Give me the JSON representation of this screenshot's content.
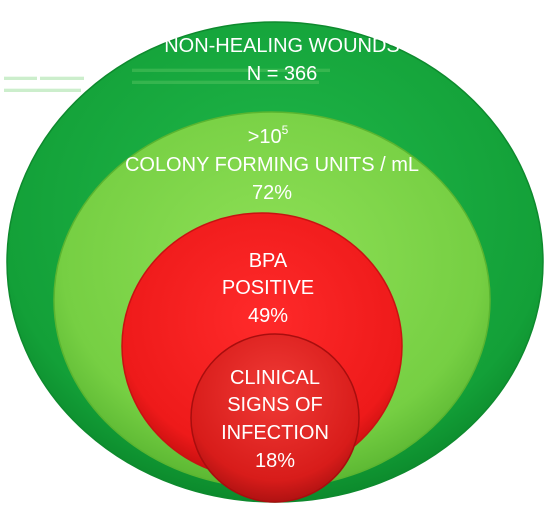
{
  "diagram": {
    "outer": {
      "line1": "NON-HEALING WOUNDS",
      "line2": "N = 366",
      "color": "#16a63c"
    },
    "second": {
      "line1_base": ">10",
      "line1_sup": "5",
      "line2": "COLONY FORMING UNITS / mL",
      "line3": "72%",
      "color": "#7ed348"
    },
    "third": {
      "line1": "BPA",
      "line2": "POSITIVE",
      "line3": "49%",
      "color": "#f01e1e"
    },
    "inner": {
      "line1": "CLINICAL",
      "line2": "SIGNS OF",
      "line3": "INFECTION",
      "line4": "18%",
      "color": "#e0201c"
    }
  }
}
